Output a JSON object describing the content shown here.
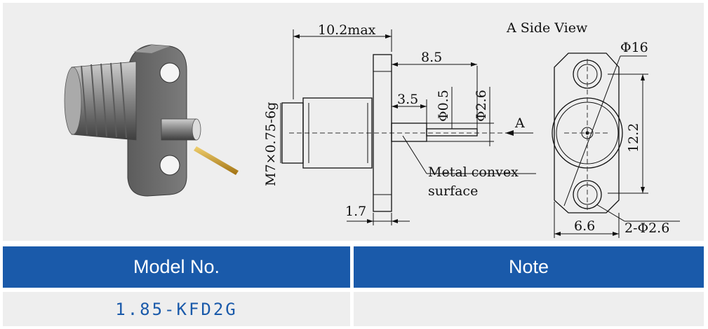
{
  "drawing": {
    "dims": {
      "overall_length": "10.2max",
      "thread": "M7×0.75-6g",
      "flange_to_pin_end": "8.5",
      "body_length": "3.5",
      "pin_diameter": "Φ0.5",
      "insulator_diameter": "Φ2.6",
      "flange_thickness": "1.7",
      "view_arrow": "A"
    },
    "callout": {
      "line1": "Metal convex",
      "line2": "surface"
    },
    "side_view": {
      "title": "A Side View",
      "outer_diameter": "Φ16",
      "hole_spacing": "12.2",
      "flange_width": "6.6",
      "holes": "2-Φ2.6"
    }
  },
  "table": {
    "header_model": "Model No.",
    "header_note": "Note",
    "model_value": "1.85-KFD2G",
    "note_value": ""
  },
  "colors": {
    "header_bg": "#1a5aaa",
    "header_text": "#ffffff",
    "model_text": "#1a5aaa",
    "panel_bg": "#eeeeee"
  }
}
